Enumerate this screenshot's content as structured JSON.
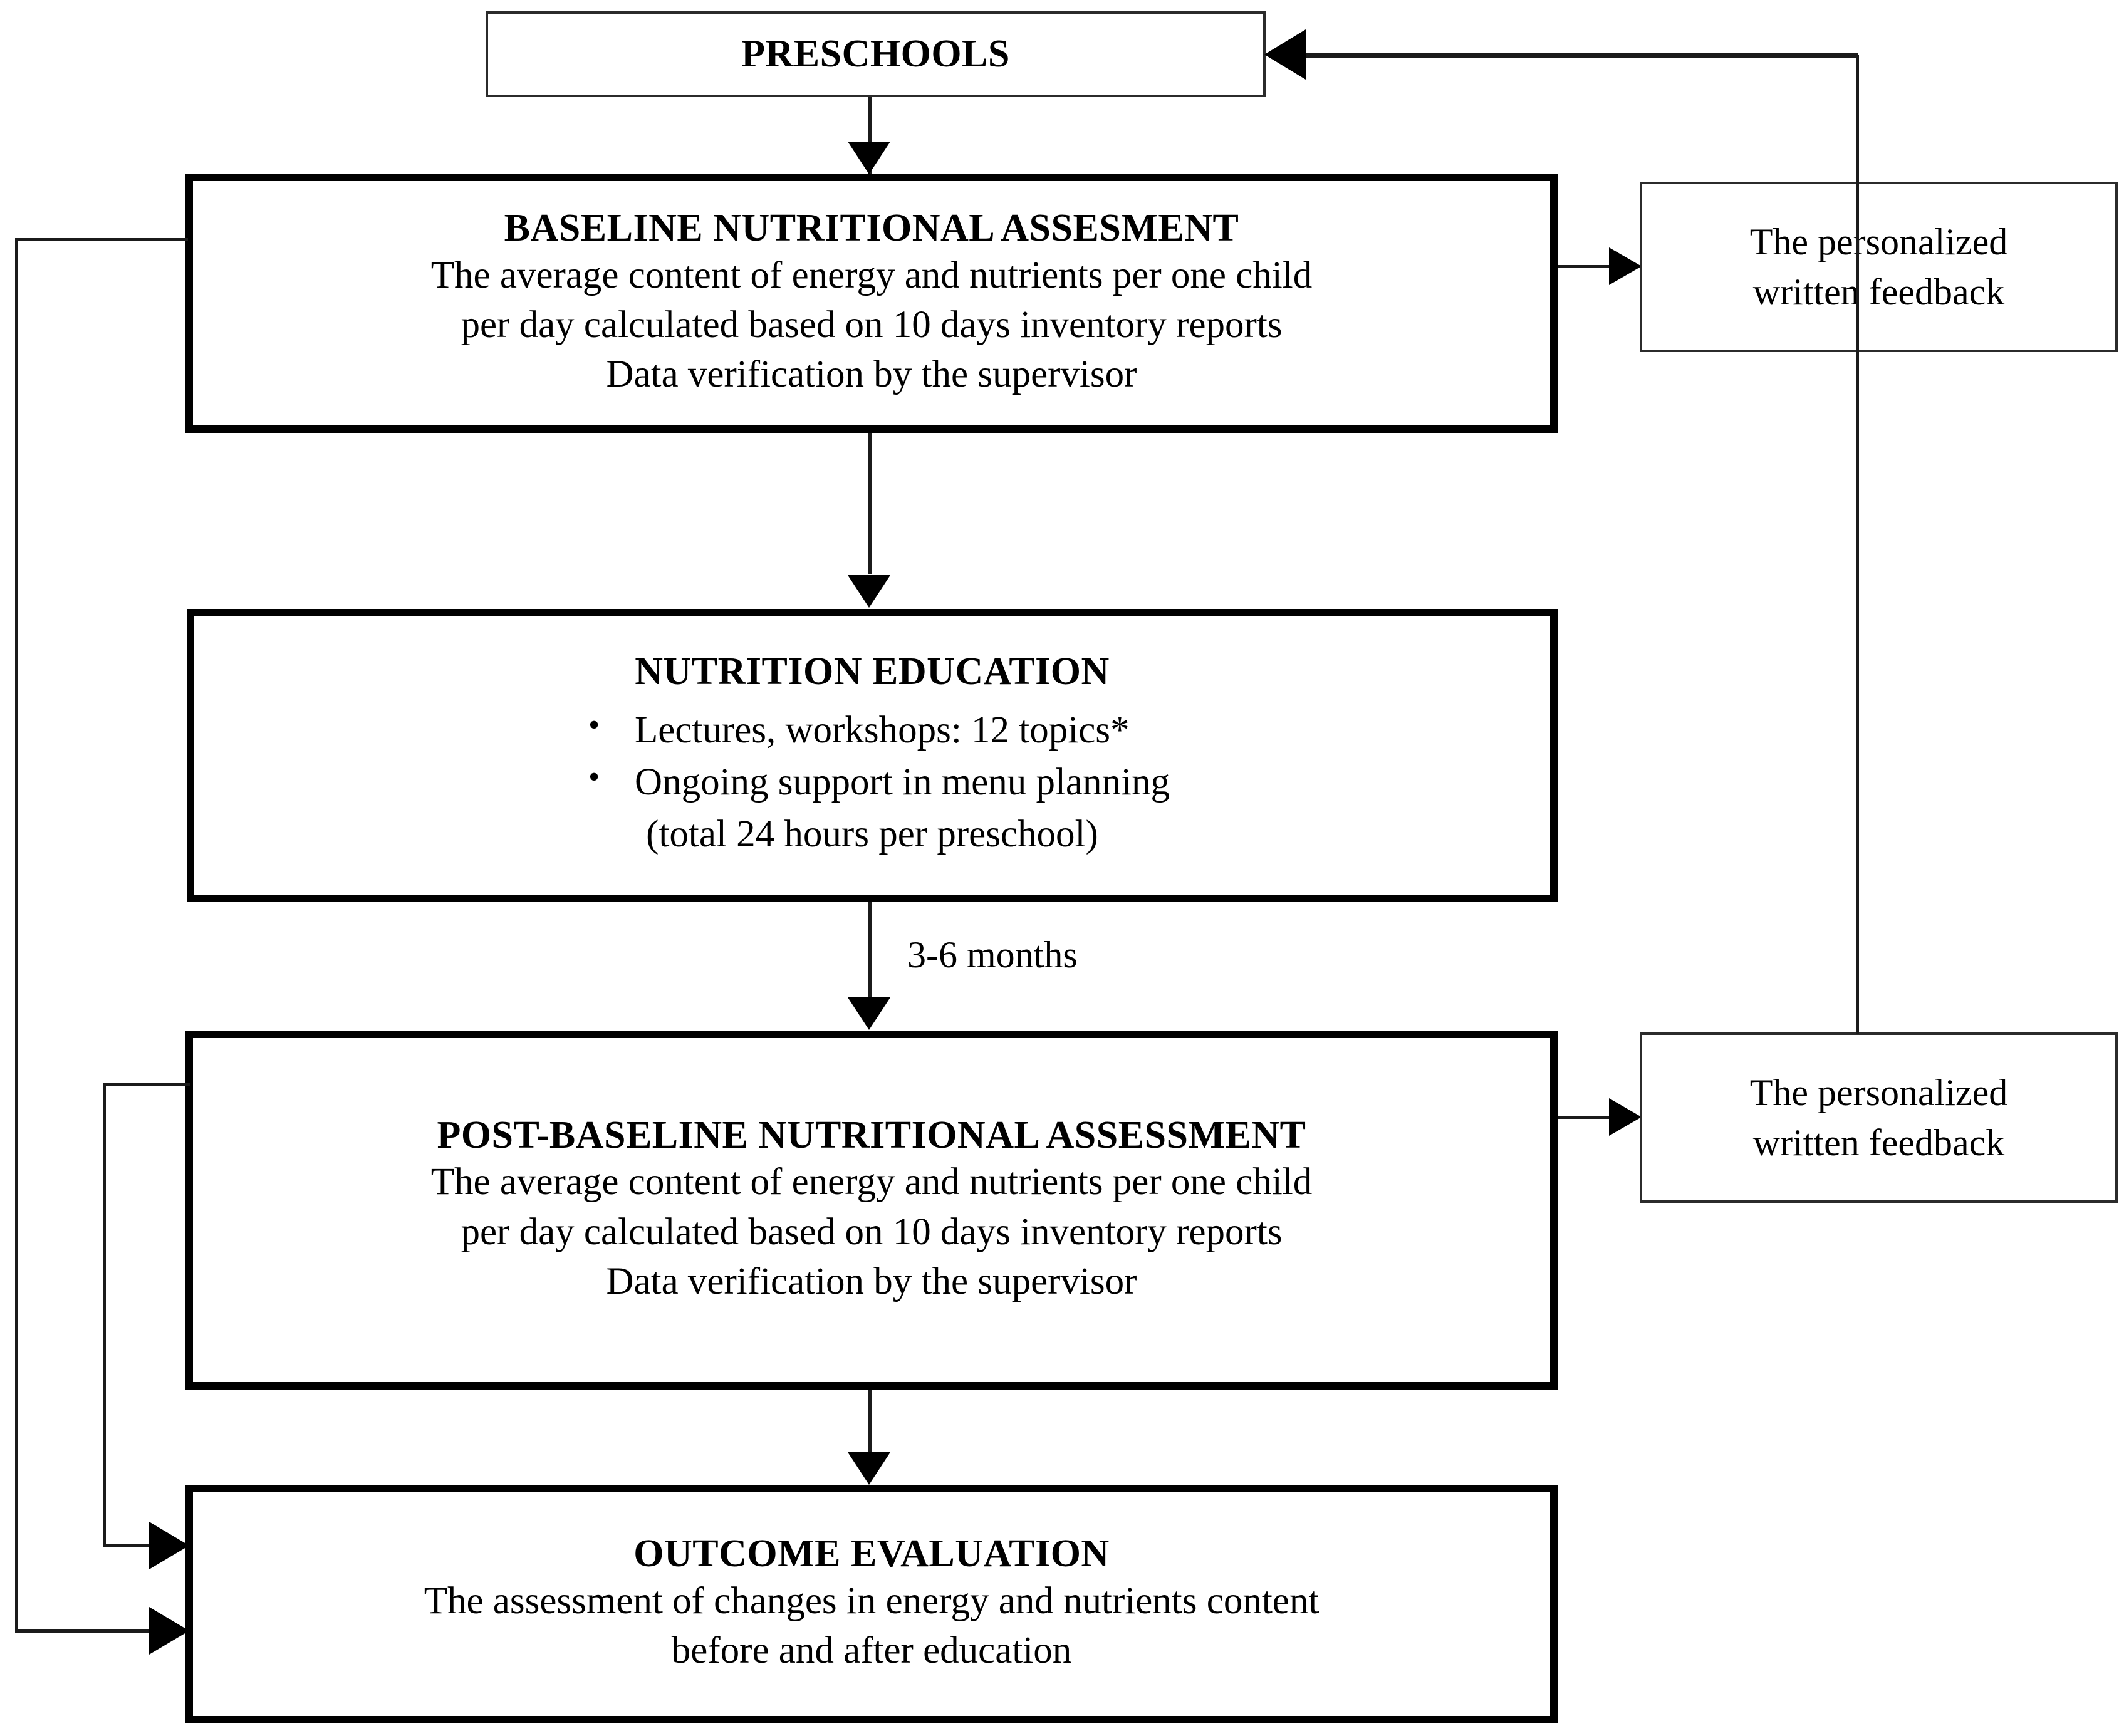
{
  "diagram": {
    "title": "Preschool nutrition intervention flowchart",
    "colors": {
      "stroke": "#000000",
      "thin_stroke": "#2b2b2b",
      "background": "#ffffff"
    },
    "nodes": {
      "preschools": {
        "label": "PRESCHOOLS"
      },
      "baseline": {
        "title": "BASELINE NUTRITIONAL ASSESMENT",
        "line1": "The average content of energy and nutrients per one child",
        "line2": "per day calculated based on 10 days inventory reports",
        "line3": "Data verification by the supervisor"
      },
      "education": {
        "title": "NUTRITION EDUCATION",
        "bullets": [
          "Lectures, workshops: 12 topics*",
          "Ongoing support in menu planning"
        ],
        "note": "(total 24 hours per preschool)"
      },
      "post_baseline": {
        "title": "POST-BASELINE NUTRITIONAL ASSESSMENT",
        "line1": "The average content of energy and nutrients per one child",
        "line2": "per day calculated based on 10 days inventory reports",
        "line3": "Data verification by the supervisor"
      },
      "outcome": {
        "title": "OUTCOME EVALUATION",
        "line1": "The assessment of changes in energy and nutrients content",
        "line2": "before and after education"
      },
      "feedback_top": {
        "line1": "The personalized",
        "line2": "written feedback"
      },
      "feedback_bottom": {
        "line1": "The personalized",
        "line2": "written feedback"
      }
    },
    "edges": {
      "education_to_post": {
        "label": "3-6 months"
      }
    }
  }
}
